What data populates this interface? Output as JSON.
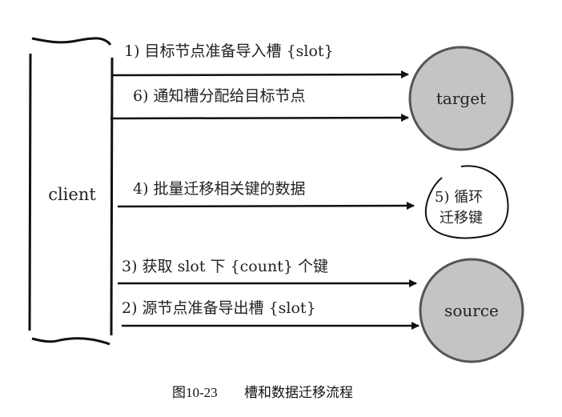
{
  "nodes": {
    "client": {
      "label": "client"
    },
    "target": {
      "label": "target",
      "fill": "#c4c4c4",
      "stroke": "#555555"
    },
    "source": {
      "label": "source",
      "fill": "#c4c4c4",
      "stroke": "#555555"
    },
    "loop": {
      "line1": "5) 循环",
      "line2": "迁移键"
    }
  },
  "arrows": [
    {
      "step": 1,
      "label": "1) 目标节点准备导入槽 {slot}",
      "to": "target"
    },
    {
      "step": 6,
      "label": "6) 通知槽分配给目标节点",
      "to": "target"
    },
    {
      "step": 4,
      "label": "4) 批量迁移相关键的数据",
      "to": "loop"
    },
    {
      "step": 3,
      "label": "3) 获取 slot 下 {count} 个键",
      "to": "source"
    },
    {
      "step": 2,
      "label": "2) 源节点准备导出槽 {slot}",
      "to": "source"
    }
  ],
  "caption": {
    "figure": "图10-23",
    "title": "槽和数据迁移流程"
  }
}
